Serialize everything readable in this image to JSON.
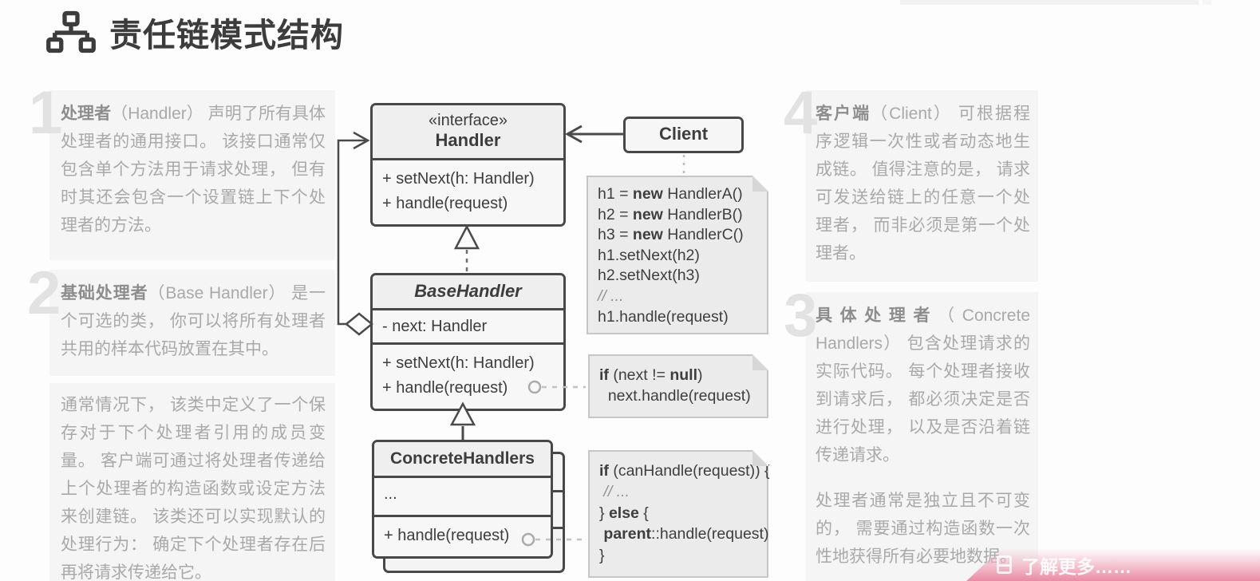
{
  "header": {
    "title": "责任链模式结构",
    "icon": "sitemap-icon"
  },
  "annotations": {
    "block1": {
      "number": "1",
      "term": "处理者",
      "body": "（Handler） 声明了所有具体处理者的通用接口。 该接口通常仅包含单个方法用于请求处理， 但有时其还会包含一个设置链上下个处理者的方法。"
    },
    "block2": {
      "number": "2",
      "term": "基础处理者",
      "body": "（Base Handler） 是一个可选的类， 你可以将所有处理者共用的样本代码放置在其中。",
      "body2": "通常情况下， 该类中定义了一个保存对于下个处理者引用的成员变量。 客户端可通过将处理者传递给上个处理者的构造函数或设定方法来创建链。 该类还可以实现默认的处理行为： 确定下个处理者存在后再将请求传递给它。"
    },
    "block3": {
      "number": "3",
      "term": "具体处理者",
      "body": "（Concrete Handlers） 包含处理请求的实际代码。 每个处理者接收到请求后， 都必须决定是否进行处理， 以及是否沿着链传递请求。",
      "body2": "处理者通常是独立且不可变的， 需要通过构造函数一次性地获得所有必要地数据。"
    },
    "block4": {
      "number": "4",
      "term": "客户端",
      "body": "（Client） 可根据程序逻辑一次性或者动态地生成链。 值得注意的是， 请求可发送给链上的任意一个处理者， 而非必须是第一个处理者。"
    }
  },
  "diagram": {
    "interface_box": {
      "stereotype": "«interface»",
      "name": "Handler",
      "methods": [
        "+ setNext(h: Handler)",
        "+ handle(request)"
      ]
    },
    "client_box": {
      "name": "Client"
    },
    "base_handler_box": {
      "name": "BaseHandler",
      "fields": [
        "- next: Handler"
      ],
      "methods": [
        "+ setNext(h: Handler)",
        "+ handle(request)"
      ]
    },
    "concrete_box": {
      "name": "ConcreteHandlers",
      "fields": [
        "..."
      ],
      "methods": [
        "+ handle(request)"
      ]
    },
    "note_client": {
      "lines": [
        "h1 = new HandlerA()",
        "h2 = new HandlerB()",
        "h3 = new HandlerC()",
        "h1.setNext(h2)",
        "h2.setNext(h3)",
        "// ...",
        "h1.handle(request)"
      ]
    },
    "note_base": {
      "lines": [
        "if (next != null)",
        "  next.handle(request)"
      ]
    },
    "note_concrete": {
      "lines": [
        "if (canHandle(request)) {",
        " // ...",
        "} else {",
        " parent::handle(request)",
        "}"
      ]
    },
    "keywords": [
      "new",
      "if",
      "null",
      "else",
      "parent"
    ]
  },
  "banner": {
    "label": "了解更多……",
    "icon": "book-icon"
  },
  "colors": {
    "box_border": "#484848",
    "box_fill": "#f6f6f6",
    "note_fill": "#ebebeb",
    "annotation_bg": "#f5f5f5",
    "annotation_text": "#a9a9a9",
    "banner_pink": "#e985a0"
  }
}
